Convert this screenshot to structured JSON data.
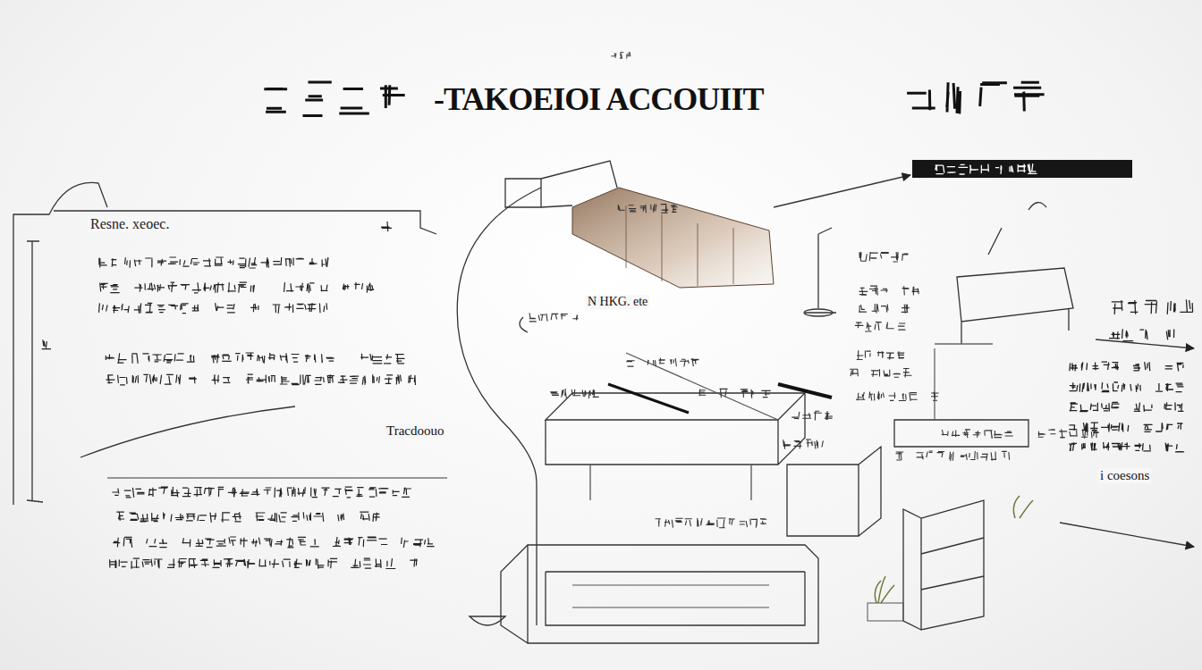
{
  "diagram": {
    "title": "-TAKOEIOI ACCOUIIT",
    "nodes": [
      {
        "text": [
          "Resne. xeoec."
        ]
      }
    ],
    "labels": [
      "Tracdoouo",
      "N HKG. ete",
      "i coesons"
    ]
  }
}
